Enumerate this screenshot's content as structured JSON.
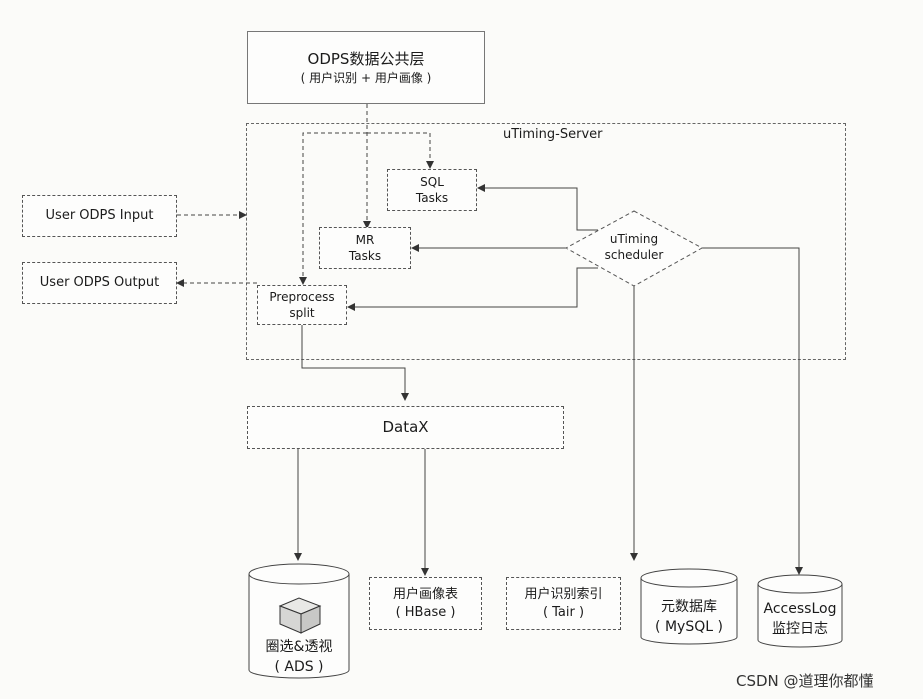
{
  "odps_layer": {
    "line1": "ODPS数据公共层",
    "line2": "( 用户识别 + 用户画像 )"
  },
  "server_label": "uTiming-Server",
  "sql_tasks": {
    "line1": "SQL",
    "line2": "Tasks"
  },
  "mr_tasks": {
    "line1": "MR",
    "line2": "Tasks"
  },
  "preprocess": {
    "line1": "Preprocess",
    "line2": "split"
  },
  "scheduler": {
    "line1": "uTiming",
    "line2": "scheduler"
  },
  "user_input": "User ODPS Input",
  "user_output": "User ODPS Output",
  "datax": "DataX",
  "ads": {
    "line1": "圈选&透视",
    "line2": "( ADS )"
  },
  "hbase": {
    "line1": "用户画像表",
    "line2": "( HBase )"
  },
  "tair": {
    "line1": "用户识别索引",
    "line2": "( Tair )"
  },
  "mysql": {
    "line1": "元数据库",
    "line2": "( MySQL )"
  },
  "accesslog": {
    "line1": "AccessLog",
    "line2": "监控日志"
  },
  "watermark": "CSDN @道理你都懂"
}
